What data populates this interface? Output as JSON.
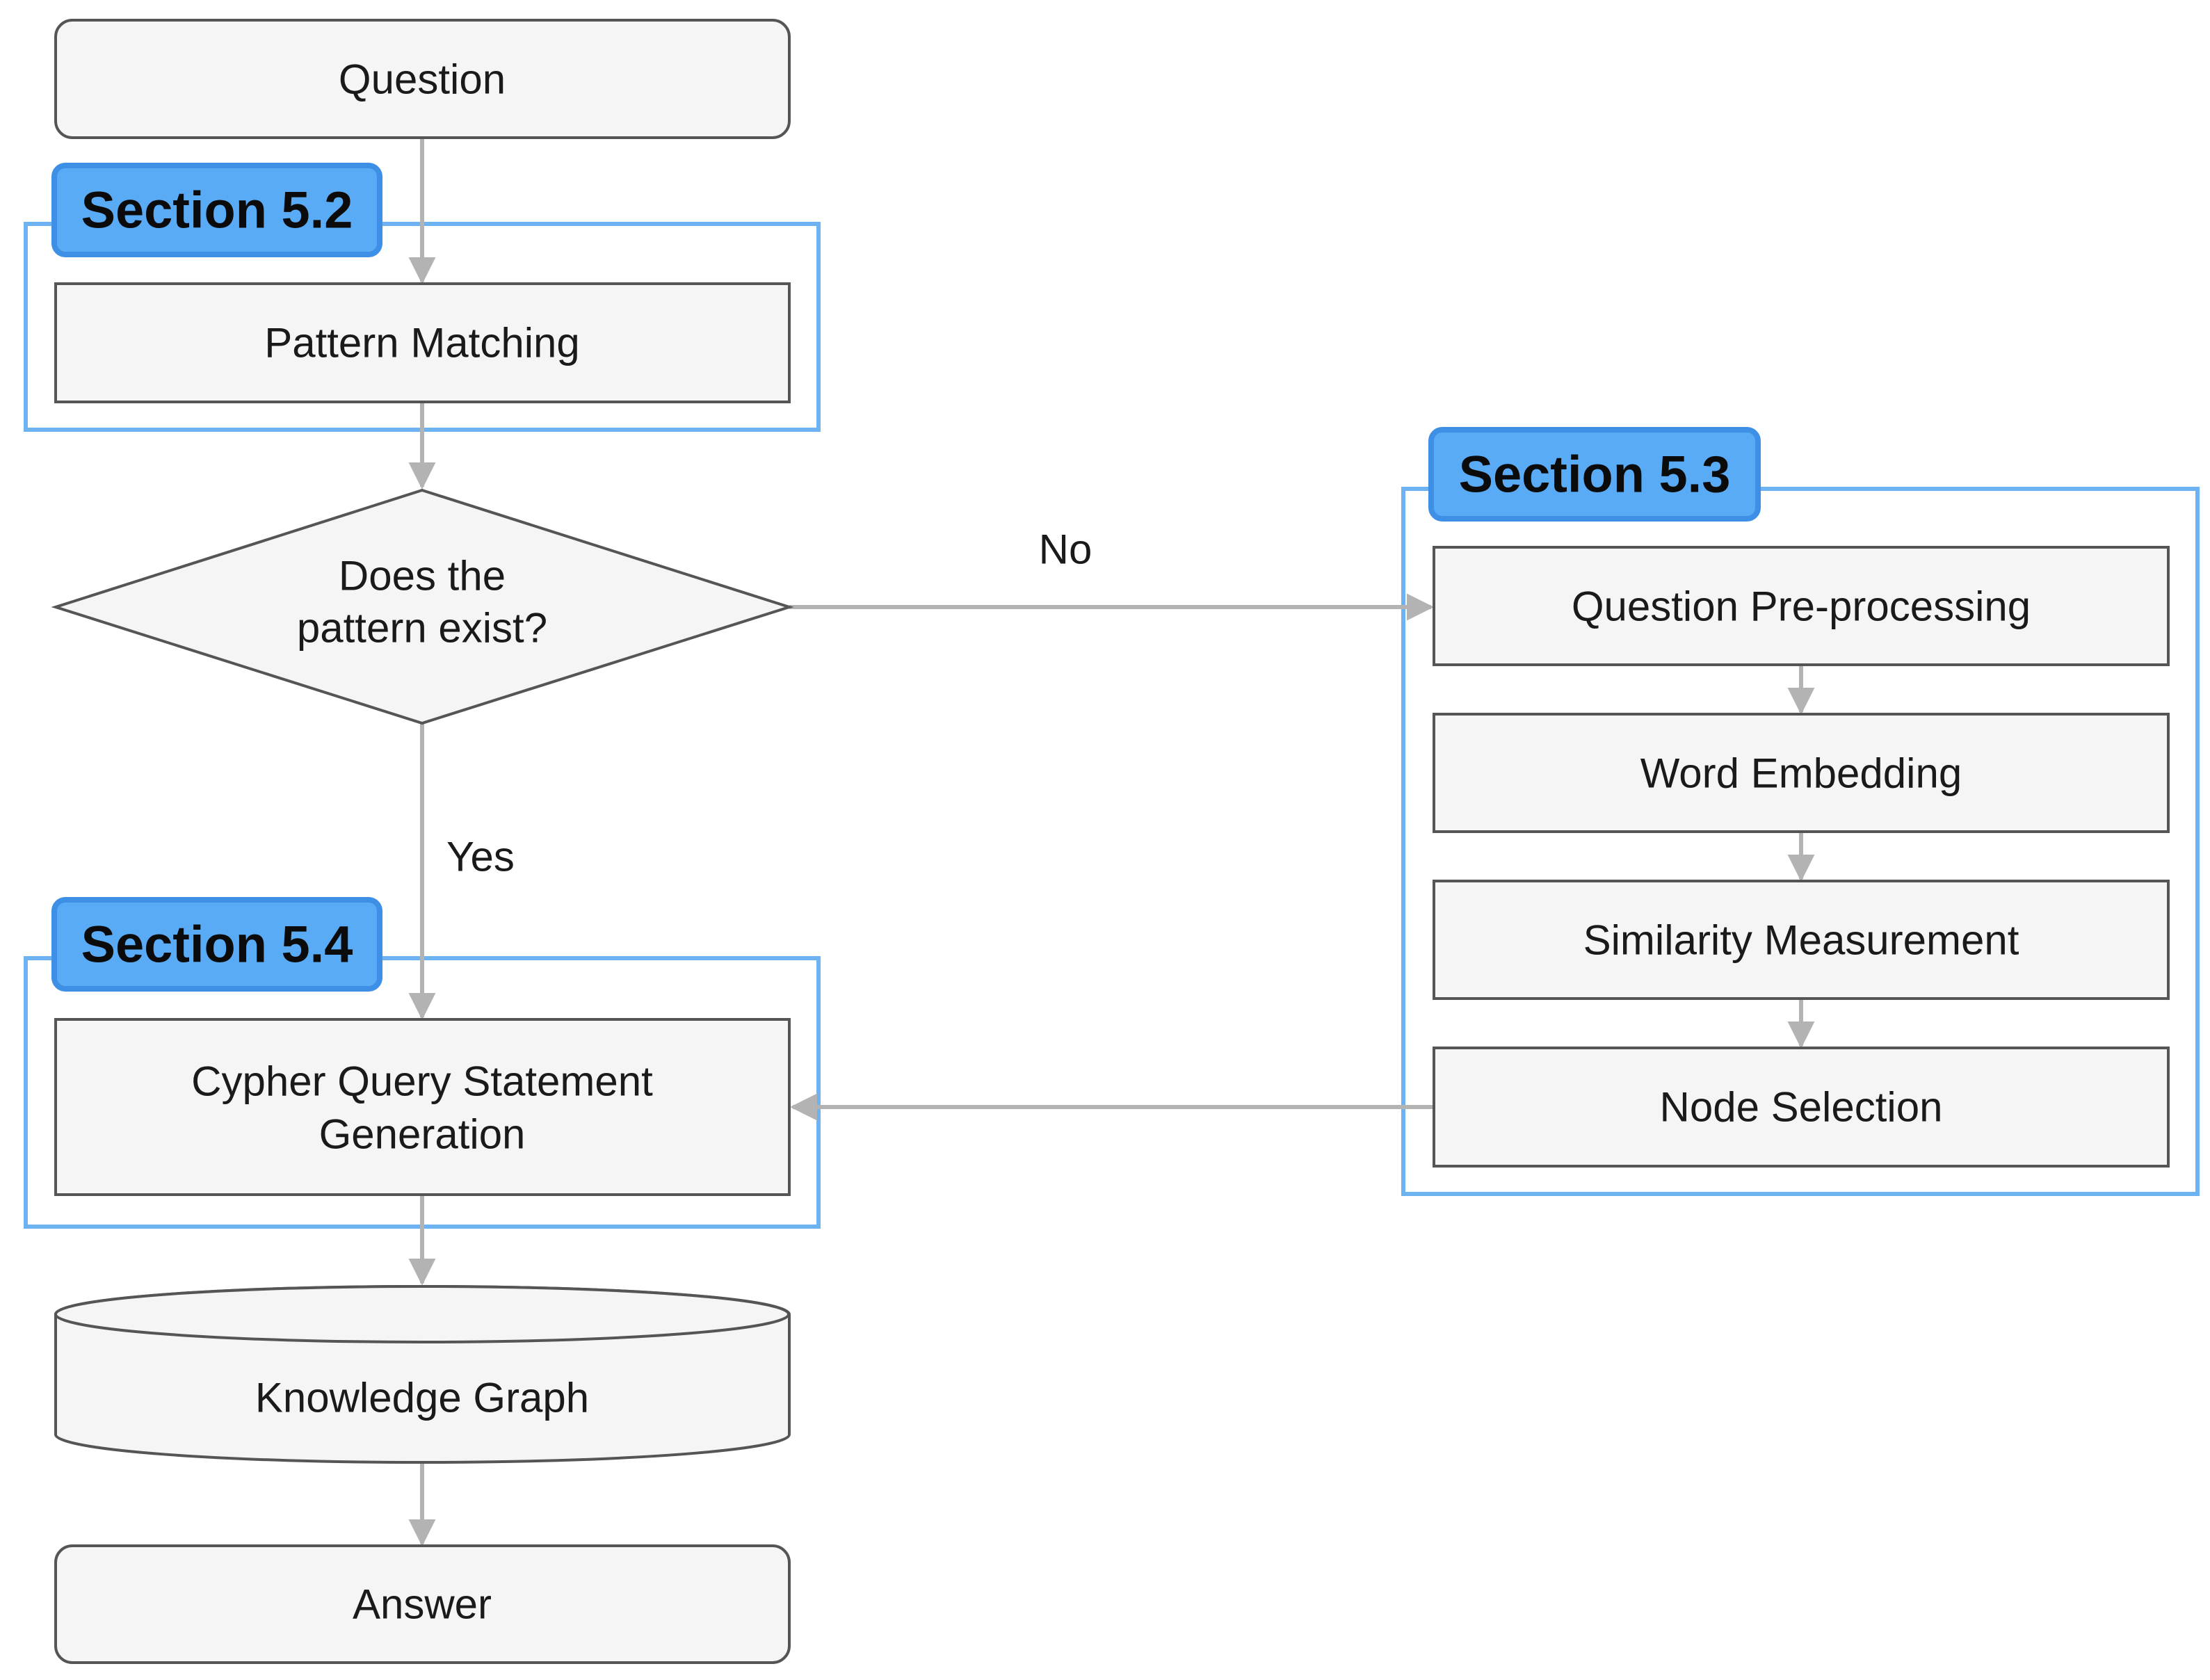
{
  "nodes": {
    "question": "Question",
    "pattern_matching": "Pattern Matching",
    "decision": [
      "Does the",
      "pattern exist?"
    ],
    "question_preprocessing": "Question Pre-processing",
    "word_embedding": "Word Embedding",
    "similarity_measurement": "Similarity Measurement",
    "node_selection": "Node Selection",
    "cypher_generation": [
      "Cypher Query Statement",
      "Generation"
    ],
    "knowledge_graph": "Knowledge Graph",
    "answer": "Answer"
  },
  "edges": {
    "no_label": "No",
    "yes_label": "Yes"
  },
  "sections": {
    "s52": "Section 5.2",
    "s53": "Section 5.3",
    "s54": "Section 5.4"
  },
  "colors": {
    "section_fill": "#5aabf5",
    "section_border": "#3e8fe6",
    "group_border": "#6db3f2",
    "node_fill": "#f5f5f5",
    "node_stroke": "#555555",
    "arrow": "#b3b3b3"
  }
}
